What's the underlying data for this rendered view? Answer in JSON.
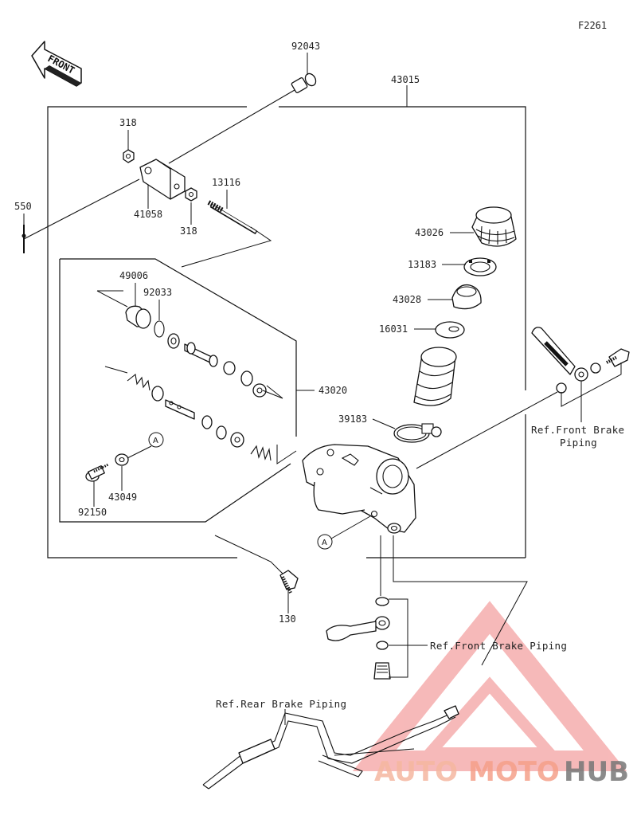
{
  "figure_code": "F2261",
  "front_label": "FRONT",
  "callout_a": "A",
  "parts": {
    "p92043": "92043",
    "p43015": "43015",
    "p318a": "318",
    "p318b": "318",
    "p550": "550",
    "p41058": "41058",
    "p13116": "13116",
    "p43026": "43026",
    "p13183": "13183",
    "p43028": "43028",
    "p16031": "16031",
    "p49006": "49006",
    "p92033": "92033",
    "p43020": "43020",
    "p39183": "39183",
    "p43049": "43049",
    "p92150": "92150",
    "p130": "130"
  },
  "references": {
    "front_brake_piping_right_line1": "Ref.Front Brake",
    "front_brake_piping_right_line2": "Piping",
    "front_brake_piping_center": "Ref.Front Brake Piping",
    "rear_brake_piping": "Ref.Rear Brake Piping"
  },
  "watermark": {
    "part1": "AUTO",
    "part2": "MOTO",
    "part3": "HUB",
    "color_auto": "#f5b7a0",
    "color_moto": "#f5a08a",
    "color_hub": "#777777",
    "triangle_color": "#f08080"
  }
}
